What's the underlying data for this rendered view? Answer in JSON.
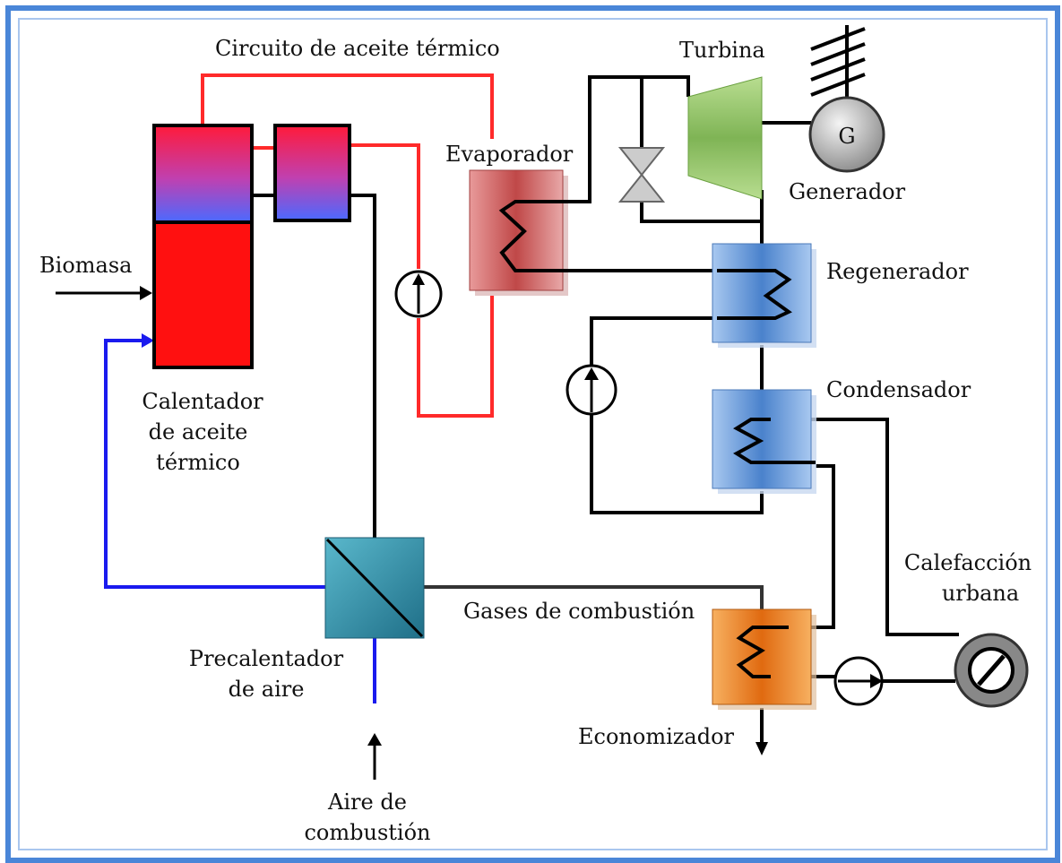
{
  "labels": {
    "oil_circuit": "Circuito de aceite térmico",
    "turbine": "Turbina",
    "generator_symbol": "G",
    "generator": "Generador",
    "evaporator": "Evaporador",
    "regenerator": "Regenerador",
    "condenser": "Condensador",
    "biomass": "Biomasa",
    "heater_line1": "Calentador",
    "heater_line2": "de aceite",
    "heater_line3": "térmico",
    "flue_gases": "Gases de combustión",
    "district_heating_line1": "Calefacción",
    "district_heating_line2": "urbana",
    "air_preheater_line1": "Precalentador",
    "air_preheater_line2": "de aire",
    "economizer": "Economizador",
    "combustion_air_line1": "Aire de",
    "combustion_air_line2": "combustión"
  },
  "colors": {
    "frame": "#4a86d8",
    "oil_circuit": "#ff2a2a",
    "air_line": "#1a1aee",
    "process_line": "#000000",
    "flue_line": "#333333",
    "heater_red": "#ff1010",
    "turbine": "#8cc063",
    "evaporator": "#c9585a",
    "regenerator": "#6a9fd8",
    "preheater": "#2a8fa8",
    "economizer": "#e8771e"
  },
  "icons": [
    "pump-icon",
    "valve-icon",
    "generator-icon",
    "heat-consumer-icon",
    "ground-icon",
    "arrow-icon"
  ]
}
